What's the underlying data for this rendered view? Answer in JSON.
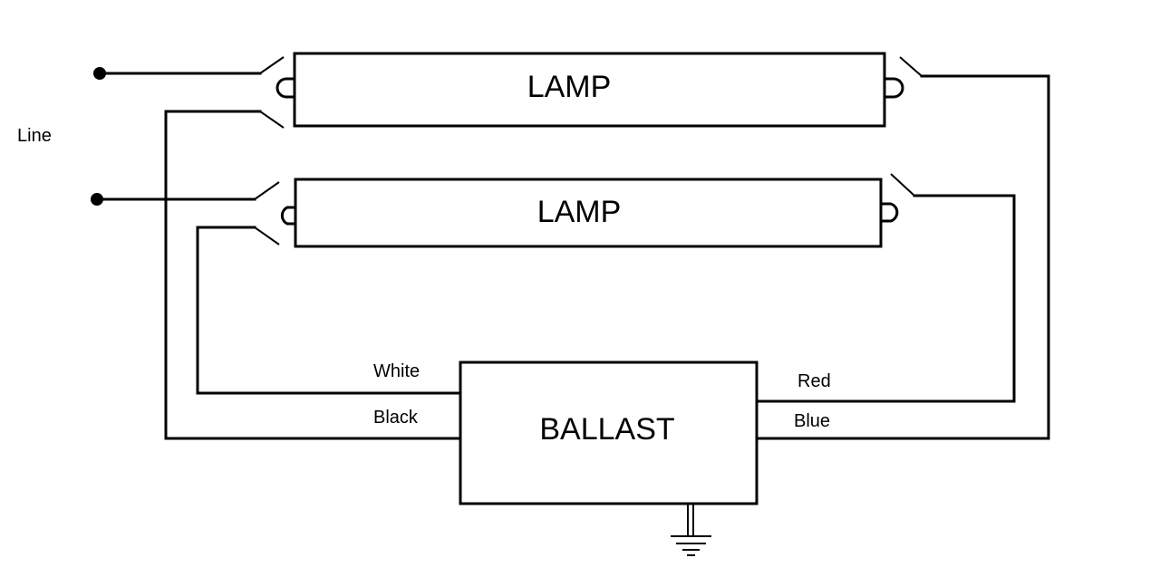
{
  "diagram": {
    "components": {
      "lamp_top": {
        "label": "LAMP"
      },
      "lamp_bottom": {
        "label": "LAMP"
      },
      "ballast": {
        "label": "BALLAST"
      }
    },
    "labels": {
      "line": "Line"
    },
    "wires": {
      "white": "White",
      "black": "Black",
      "red": "Red",
      "blue": "Blue"
    }
  }
}
